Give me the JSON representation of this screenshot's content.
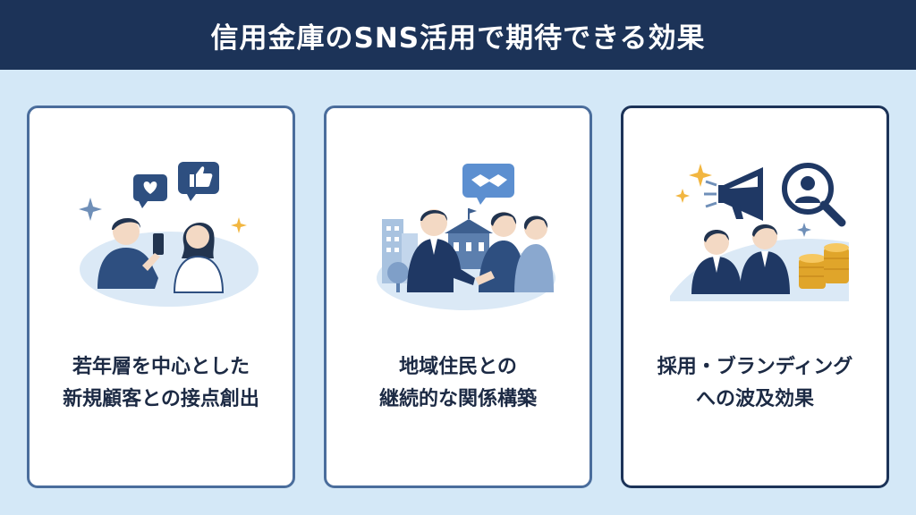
{
  "title": "信用金庫のSNS活用で期待できる効果",
  "cards": [
    {
      "line1": "若年層を中心とした",
      "line2": "新規顧客との接点創出",
      "icons": [
        "like-heart-icon",
        "thumbs-up-icon",
        "person-with-phone-icon",
        "woman-icon",
        "sparkle-icon"
      ]
    },
    {
      "line1": "地域住民との",
      "line2": "継続的な関係構築",
      "icons": [
        "handshake-bubble-icon",
        "building-icon",
        "tree-icon",
        "businessman-icon",
        "resident-group-icon"
      ]
    },
    {
      "line1": "採用・ブランディング",
      "line2": "への波及効果",
      "icons": [
        "megaphone-icon",
        "magnifier-person-icon",
        "candidate-icon",
        "coin-stack-icon",
        "sparkle-icon"
      ]
    }
  ],
  "colors": {
    "header_bg": "#1c3358",
    "page_bg": "#d4e8f7",
    "card_border": "#4a6d9c",
    "navy": "#1c3358",
    "accent_gold": "#f2b640"
  }
}
